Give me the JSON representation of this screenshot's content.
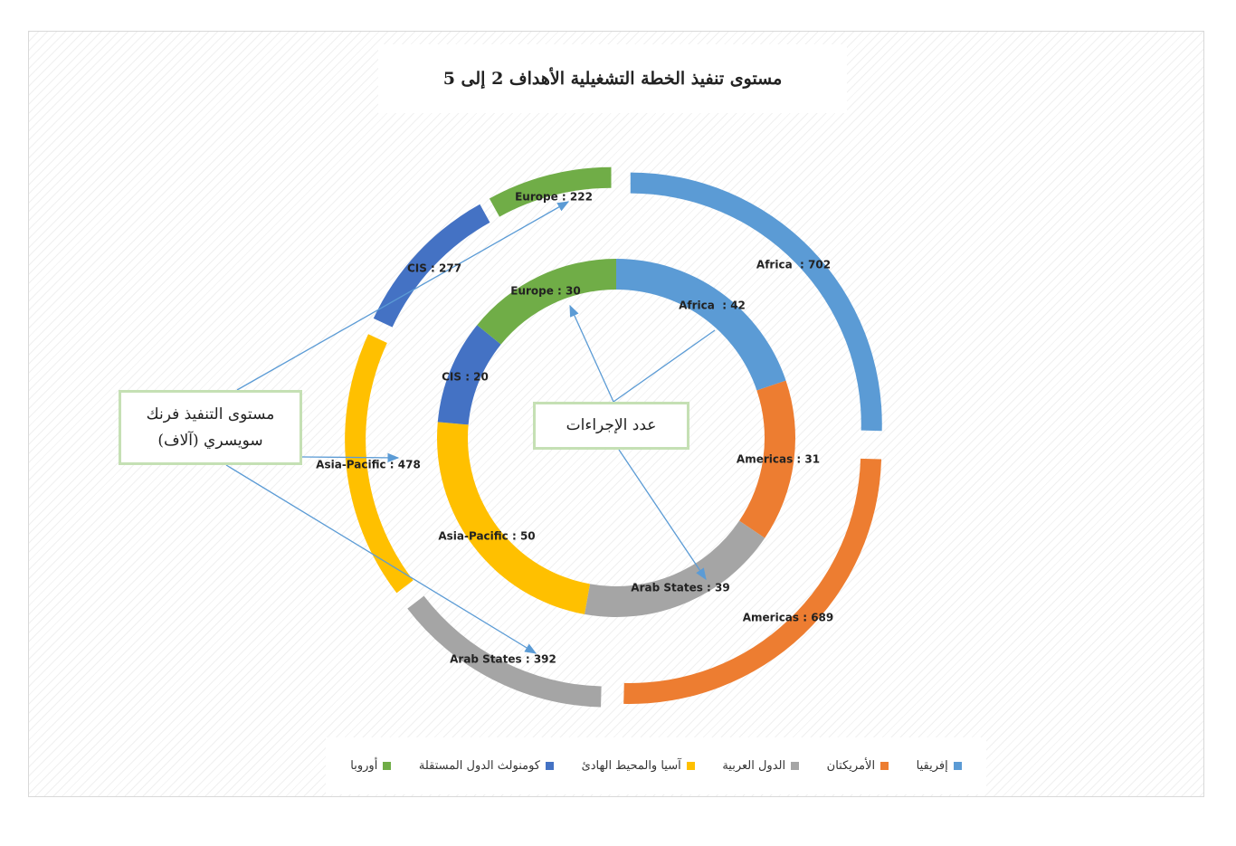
{
  "title": "مستوى تنفيذ الخطة التشغيلية الأهداف 2 إلى 5",
  "callouts": {
    "outer_ring": "مستوى التنفيذ فرنك سويسري (آلاف)",
    "inner_ring": "عدد الإجراءات"
  },
  "legend": [
    {
      "label": "إفريقيا",
      "color": "#5b9bd5"
    },
    {
      "label": "الأمريكتان",
      "color": "#ed7d31"
    },
    {
      "label": "الدول العربية",
      "color": "#a5a5a5"
    },
    {
      "label": "آسيا والمحيط الهادئ",
      "color": "#ffc000"
    },
    {
      "label": "كومنولث الدول المستقلة",
      "color": "#4472c4"
    },
    {
      "label": "أوروبا",
      "color": "#70ad47"
    }
  ],
  "chart_data": [
    {
      "type": "pie",
      "variant": "exploded-doughnut",
      "ring": "outer",
      "categories": [
        "Africa",
        "Americas",
        "Arab States",
        "Asia-Pacific",
        "CIS",
        "Europe"
      ],
      "values": [
        702,
        689,
        392,
        478,
        277,
        222
      ],
      "labels": [
        "Africa  : 702",
        "Americas : 689",
        "Arab States : 392",
        "Asia-Pacific : 478",
        "CIS : 277",
        "Europe : 222"
      ],
      "colors": [
        "#5b9bd5",
        "#ed7d31",
        "#a5a5a5",
        "#ffc000",
        "#4472c4",
        "#70ad47"
      ]
    },
    {
      "type": "pie",
      "variant": "doughnut",
      "ring": "inner",
      "categories": [
        "Africa",
        "Americas",
        "Arab States",
        "Asia-Pacific",
        "CIS",
        "Europe"
      ],
      "values": [
        42,
        31,
        39,
        50,
        20,
        30
      ],
      "labels": [
        "Africa  : 42",
        "Americas : 31",
        "Arab States : 39",
        "Asia-Pacific : 50",
        "CIS : 20",
        "Europe : 30"
      ],
      "colors": [
        "#5b9bd5",
        "#ed7d31",
        "#a5a5a5",
        "#ffc000",
        "#4472c4",
        "#70ad47"
      ]
    }
  ]
}
